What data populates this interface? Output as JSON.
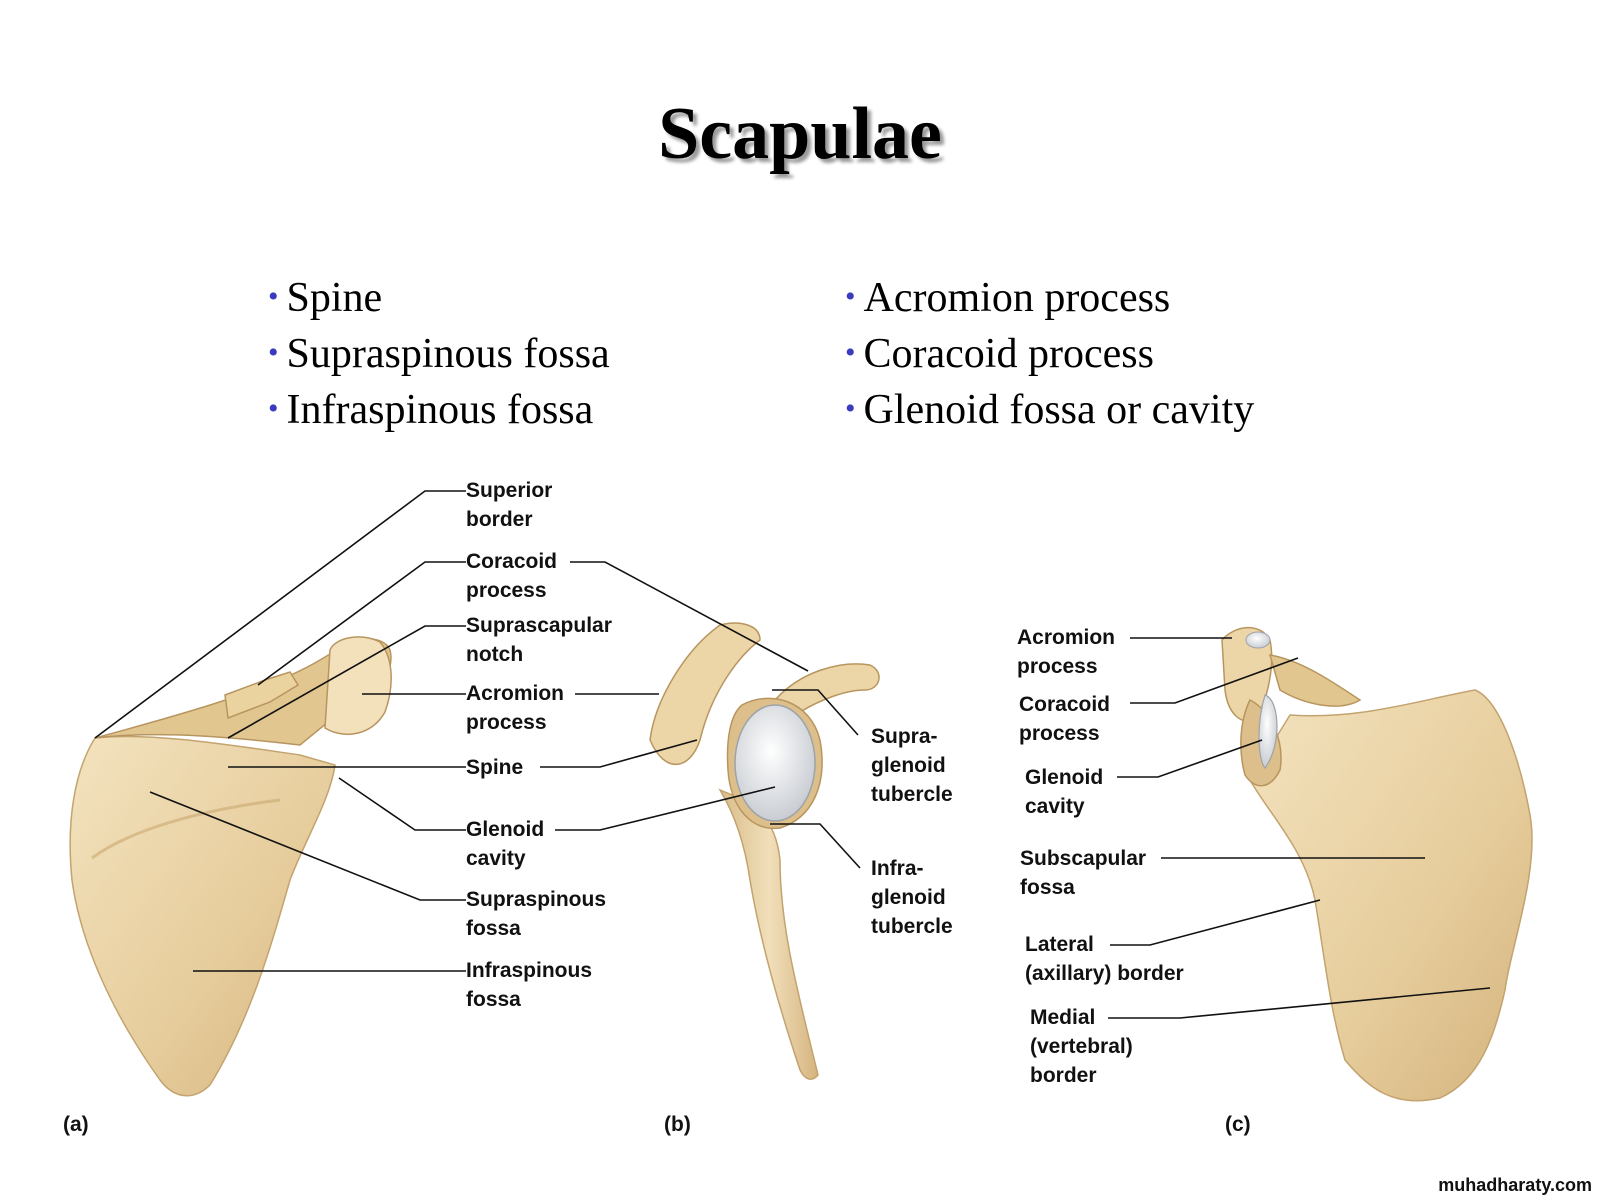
{
  "title": "Scapulae",
  "bullets_left": [
    "Spine",
    "Supraspinous fossa",
    "Infraspinous fossa"
  ],
  "bullets_right": [
    "Acromion process",
    "Coracoid process",
    "Glenoid fossa or cavity"
  ],
  "view_a": {
    "caption": "(a)",
    "labels": {
      "superior_border": "Superior\nborder",
      "coracoid_process": "Coracoid\nprocess",
      "suprascapular_notch": "Suprascapular\nnotch",
      "acromion_process": "Acromion\nprocess",
      "spine": "Spine",
      "glenoid_cavity": "Glenoid\ncavity",
      "supraspinous_fossa": "Supraspinous\nfossa",
      "infraspinous_fossa": "Infraspinous\nfossa"
    }
  },
  "view_b": {
    "caption": "(b)",
    "labels": {
      "supraglenoid_tubercle": "Supra-\nglenoid\ntubercle",
      "infraglenoid_tubercle": "Infra-\nglenoid\ntubercle"
    }
  },
  "view_c": {
    "caption": "(c)",
    "labels": {
      "acromion_process": "Acromion\nprocess",
      "coracoid_process": "Coracoid\nprocess",
      "glenoid_cavity": "Glenoid\ncavity",
      "subscapular_fossa": "Subscapular\nfossa",
      "lateral_border": "Lateral\n(axillary) border",
      "medial_border": "Medial\n(vertebral)\nborder"
    }
  },
  "watermark": "muhadharaty.com",
  "colors": {
    "bone": "#e9d3a8",
    "bone_shadow": "#cfae78",
    "cartilage": "#eef0f3",
    "bullet": "#3b3bbf"
  }
}
